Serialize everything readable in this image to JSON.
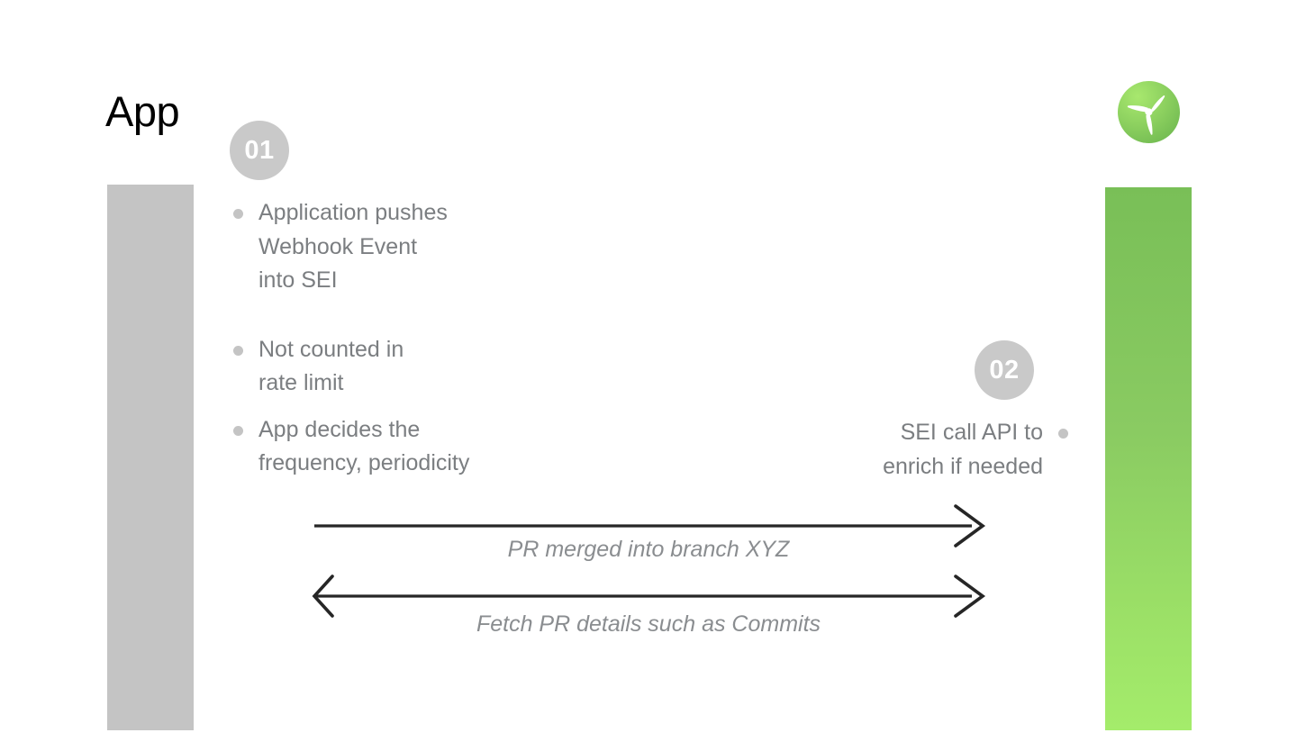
{
  "diagram": {
    "title": "App",
    "actors": {
      "left": {
        "name": "App",
        "label": "App",
        "bar_color": "#c4c4c4"
      },
      "right": {
        "name": "SEI",
        "logo_icon": "sei-propeller-logo-icon",
        "bar_color_top": "#79bf57",
        "bar_color_bottom": "#a4ec6b"
      }
    },
    "steps": [
      {
        "badge": "01",
        "side": "left",
        "bullets": [
          {
            "lines": [
              "Application pushes",
              "Webhook Event",
              "into SEI"
            ]
          },
          {
            "lines": [
              "Not counted in",
              "rate limit"
            ]
          },
          {
            "lines": [
              "App decides the",
              "frequency, periodicity"
            ]
          }
        ]
      },
      {
        "badge": "02",
        "side": "right",
        "bullets": [
          {
            "lines": [
              "SEI call API to",
              "enrich if needed"
            ]
          }
        ]
      }
    ],
    "messages": [
      {
        "label": "PR merged into branch XYZ",
        "direction": "right",
        "name": "message-arrow-pr-merged"
      },
      {
        "label": "Fetch PR details such as Commits",
        "direction": "both",
        "name": "message-arrow-fetch-pr-details"
      }
    ],
    "colors": {
      "accent_green_light": "#a4ec6b",
      "accent_green_dark": "#79bf57",
      "neutral_gray": "#c4c4c4",
      "text_gray": "#7b7e81",
      "label_gray": "#8a8d90",
      "arrow_black": "#262626",
      "title_black": "#000000"
    }
  }
}
